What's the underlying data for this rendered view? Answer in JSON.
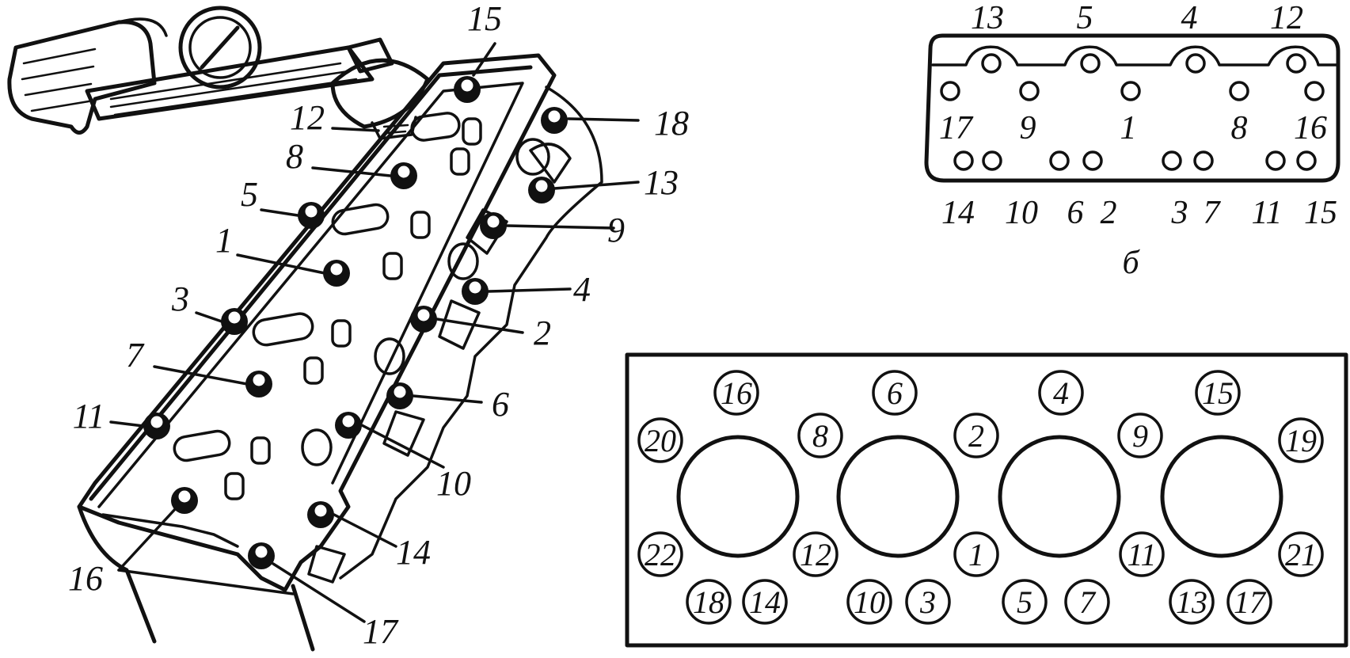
{
  "panel_a": {
    "bolt_labels": [
      "15",
      "12",
      "18",
      "8",
      "13",
      "5",
      "9",
      "1",
      "4",
      "3",
      "2",
      "7",
      "6",
      "11",
      "10",
      "14",
      "16",
      "17"
    ]
  },
  "panel_b": {
    "caption": "б",
    "top_labels": [
      "13",
      "5",
      "4",
      "12"
    ],
    "middle_labels": [
      "17",
      "9",
      "1",
      "8",
      "16"
    ],
    "bottom_labels": [
      "14",
      "10",
      "6",
      "2",
      "3",
      "7",
      "11",
      "15"
    ]
  },
  "panel_c": {
    "circle_labels": [
      "16",
      "6",
      "4",
      "15",
      "20",
      "8",
      "2",
      "9",
      "19",
      "22",
      "12",
      "1",
      "11",
      "21",
      "18",
      "14",
      "10",
      "3",
      "5",
      "7",
      "13",
      "17"
    ]
  },
  "colors": {
    "ink": "#111111",
    "background": "#ffffff"
  }
}
